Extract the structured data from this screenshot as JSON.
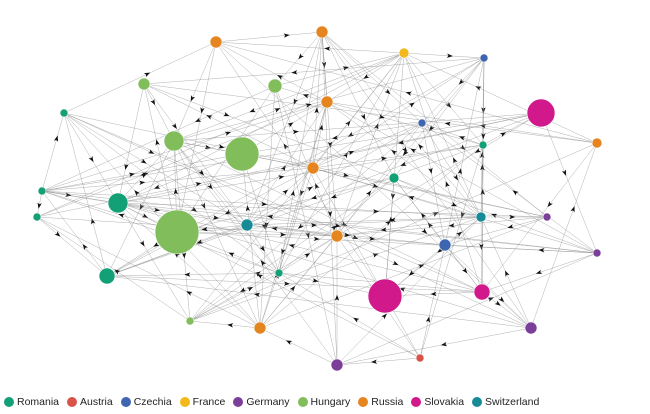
{
  "colors": {
    "Romania": "#14a077",
    "Austria": "#d9534a",
    "Czechia": "#3e65b0",
    "France": "#f2b81c",
    "Germany": "#7b3f9a",
    "Hungary": "#82bd5b",
    "Russia": "#e5851f",
    "Slovakia": "#d2198c",
    "Switzerland": "#168b97"
  },
  "legend": [
    {
      "label": "Romania",
      "key": "Romania"
    },
    {
      "label": "Austria",
      "key": "Austria"
    },
    {
      "label": "Czechia",
      "key": "Czechia"
    },
    {
      "label": "France",
      "key": "France"
    },
    {
      "label": "Germany",
      "key": "Germany"
    },
    {
      "label": "Hungary",
      "key": "Hungary"
    },
    {
      "label": "Russia",
      "key": "Russia"
    },
    {
      "label": "Slovakia",
      "key": "Slovakia"
    },
    {
      "label": "Switzerland",
      "key": "Switzerland"
    }
  ]
}
